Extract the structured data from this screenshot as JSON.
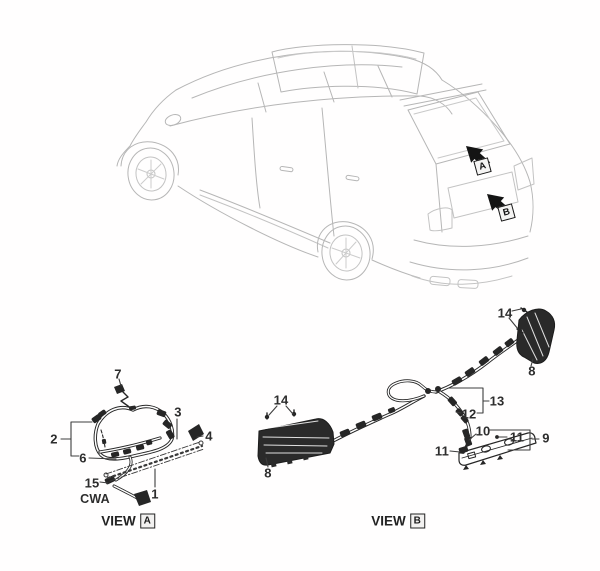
{
  "figure": {
    "background": "#ffffff",
    "car_line_color": "#b6b6b6",
    "drawing_line_color": "#262626",
    "label_color": "#2d2d2d"
  },
  "car_view": {
    "arrow_a_label": "A",
    "arrow_b_label": "B"
  },
  "view_a": {
    "title": "VIEW",
    "view_letter": "A",
    "note": "CWA",
    "callouts": {
      "c7": "7",
      "c2": "2",
      "c6": "6",
      "c3": "3",
      "c4": "4",
      "c15": "15",
      "c1": "1"
    }
  },
  "view_b": {
    "title": "VIEW",
    "view_letter": "B",
    "callouts": {
      "c14_left": "14",
      "c8_left": "8",
      "c14_right": "14",
      "c8_right": "8",
      "c13": "13",
      "c12": "12",
      "c10": "10",
      "c11_right": "11",
      "c9": "9",
      "c11_left": "11"
    }
  }
}
